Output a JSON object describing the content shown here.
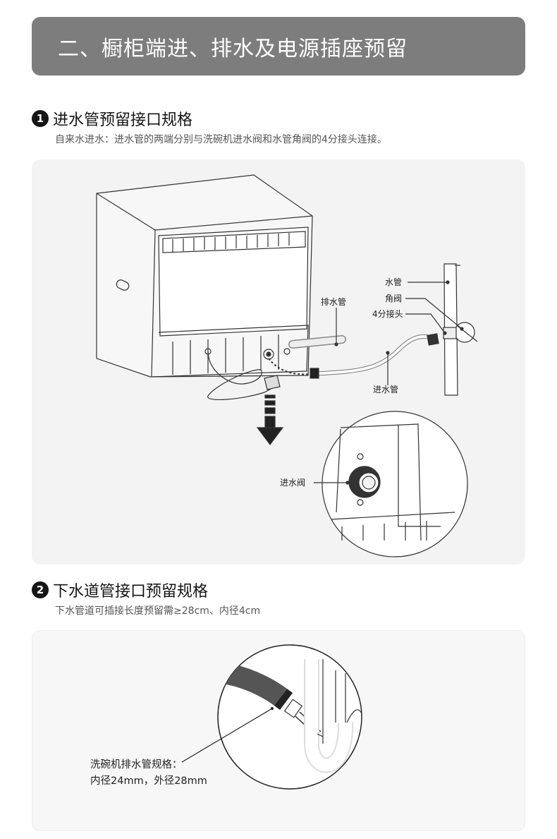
{
  "header": {
    "title": "二、橱柜端进、排水及电源插座预留"
  },
  "sections": [
    {
      "number": "1",
      "title": "进水管预留接口规格",
      "description": "自来水进水：进水管的两端分别与洗碗机进水阀和水管角阀的4分接头连接。",
      "labels": {
        "water_pipe": "水管",
        "angle_valve": "角阀",
        "connector": "4分接头",
        "drain_hose": "排水管",
        "inlet_hose": "进水管",
        "inlet_valve": "进水阀"
      }
    },
    {
      "number": "2",
      "title": "下水道管接口预留规格",
      "description": "下水管道可插接长度预留需≥28cm、内径4cm",
      "labels": {
        "spec_title": "洗碗机排水管规格：",
        "spec_value": "内径24mm，外径28mm"
      }
    }
  ]
}
